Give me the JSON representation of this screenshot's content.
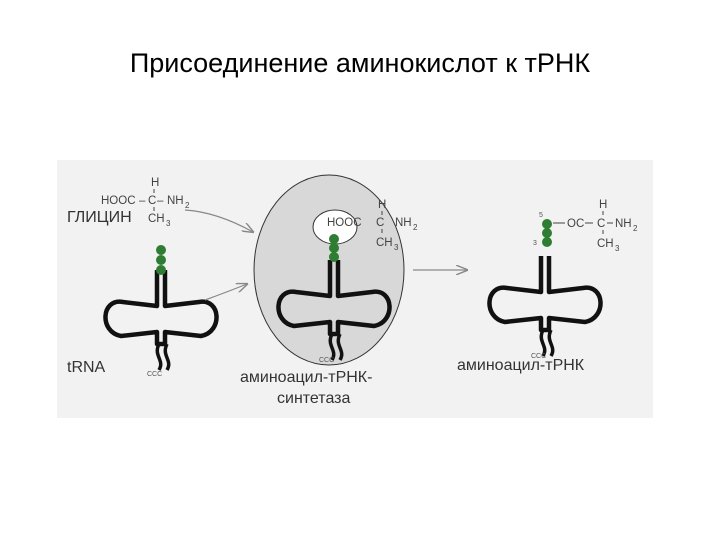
{
  "slide": {
    "title": "Присоединение аминокислот к тРНК"
  },
  "diagram": {
    "glycine": {
      "label": "ГЛИЦИН",
      "h": "H",
      "hooc": "HOOC",
      "dash1": "–",
      "c": "C",
      "dash2": "–",
      "nh": "NH",
      "nh_sub": "2",
      "ch": "CH",
      "ch_sub": "3"
    },
    "trna": {
      "label": "tRNA",
      "anticodon": "CCC"
    },
    "enzyme": {
      "label_line1": "аминоацил-тРНК-",
      "label_line2": "синтетаза",
      "anticodon": "CCC",
      "h": "H",
      "hooc": "HOOC",
      "c": "C",
      "nh": "NH",
      "nh_sub": "2",
      "ch": "CH",
      "ch_sub": "3"
    },
    "product": {
      "label": "аминоацил-тРНК",
      "anticodon": "CCC",
      "prime5": "5",
      "prime3": "3",
      "h": "H",
      "oc": "OC",
      "c": "C",
      "nh": "NH",
      "nh_sub": "2",
      "ch": "CH",
      "ch_sub": "3"
    },
    "colors": {
      "panel_bg": "#f2f2f2",
      "enzyme_fill": "#d8d8d8",
      "nucleotide_green": "#2e7d32",
      "trna_stroke": "#111111",
      "arrow": "#888888"
    }
  }
}
